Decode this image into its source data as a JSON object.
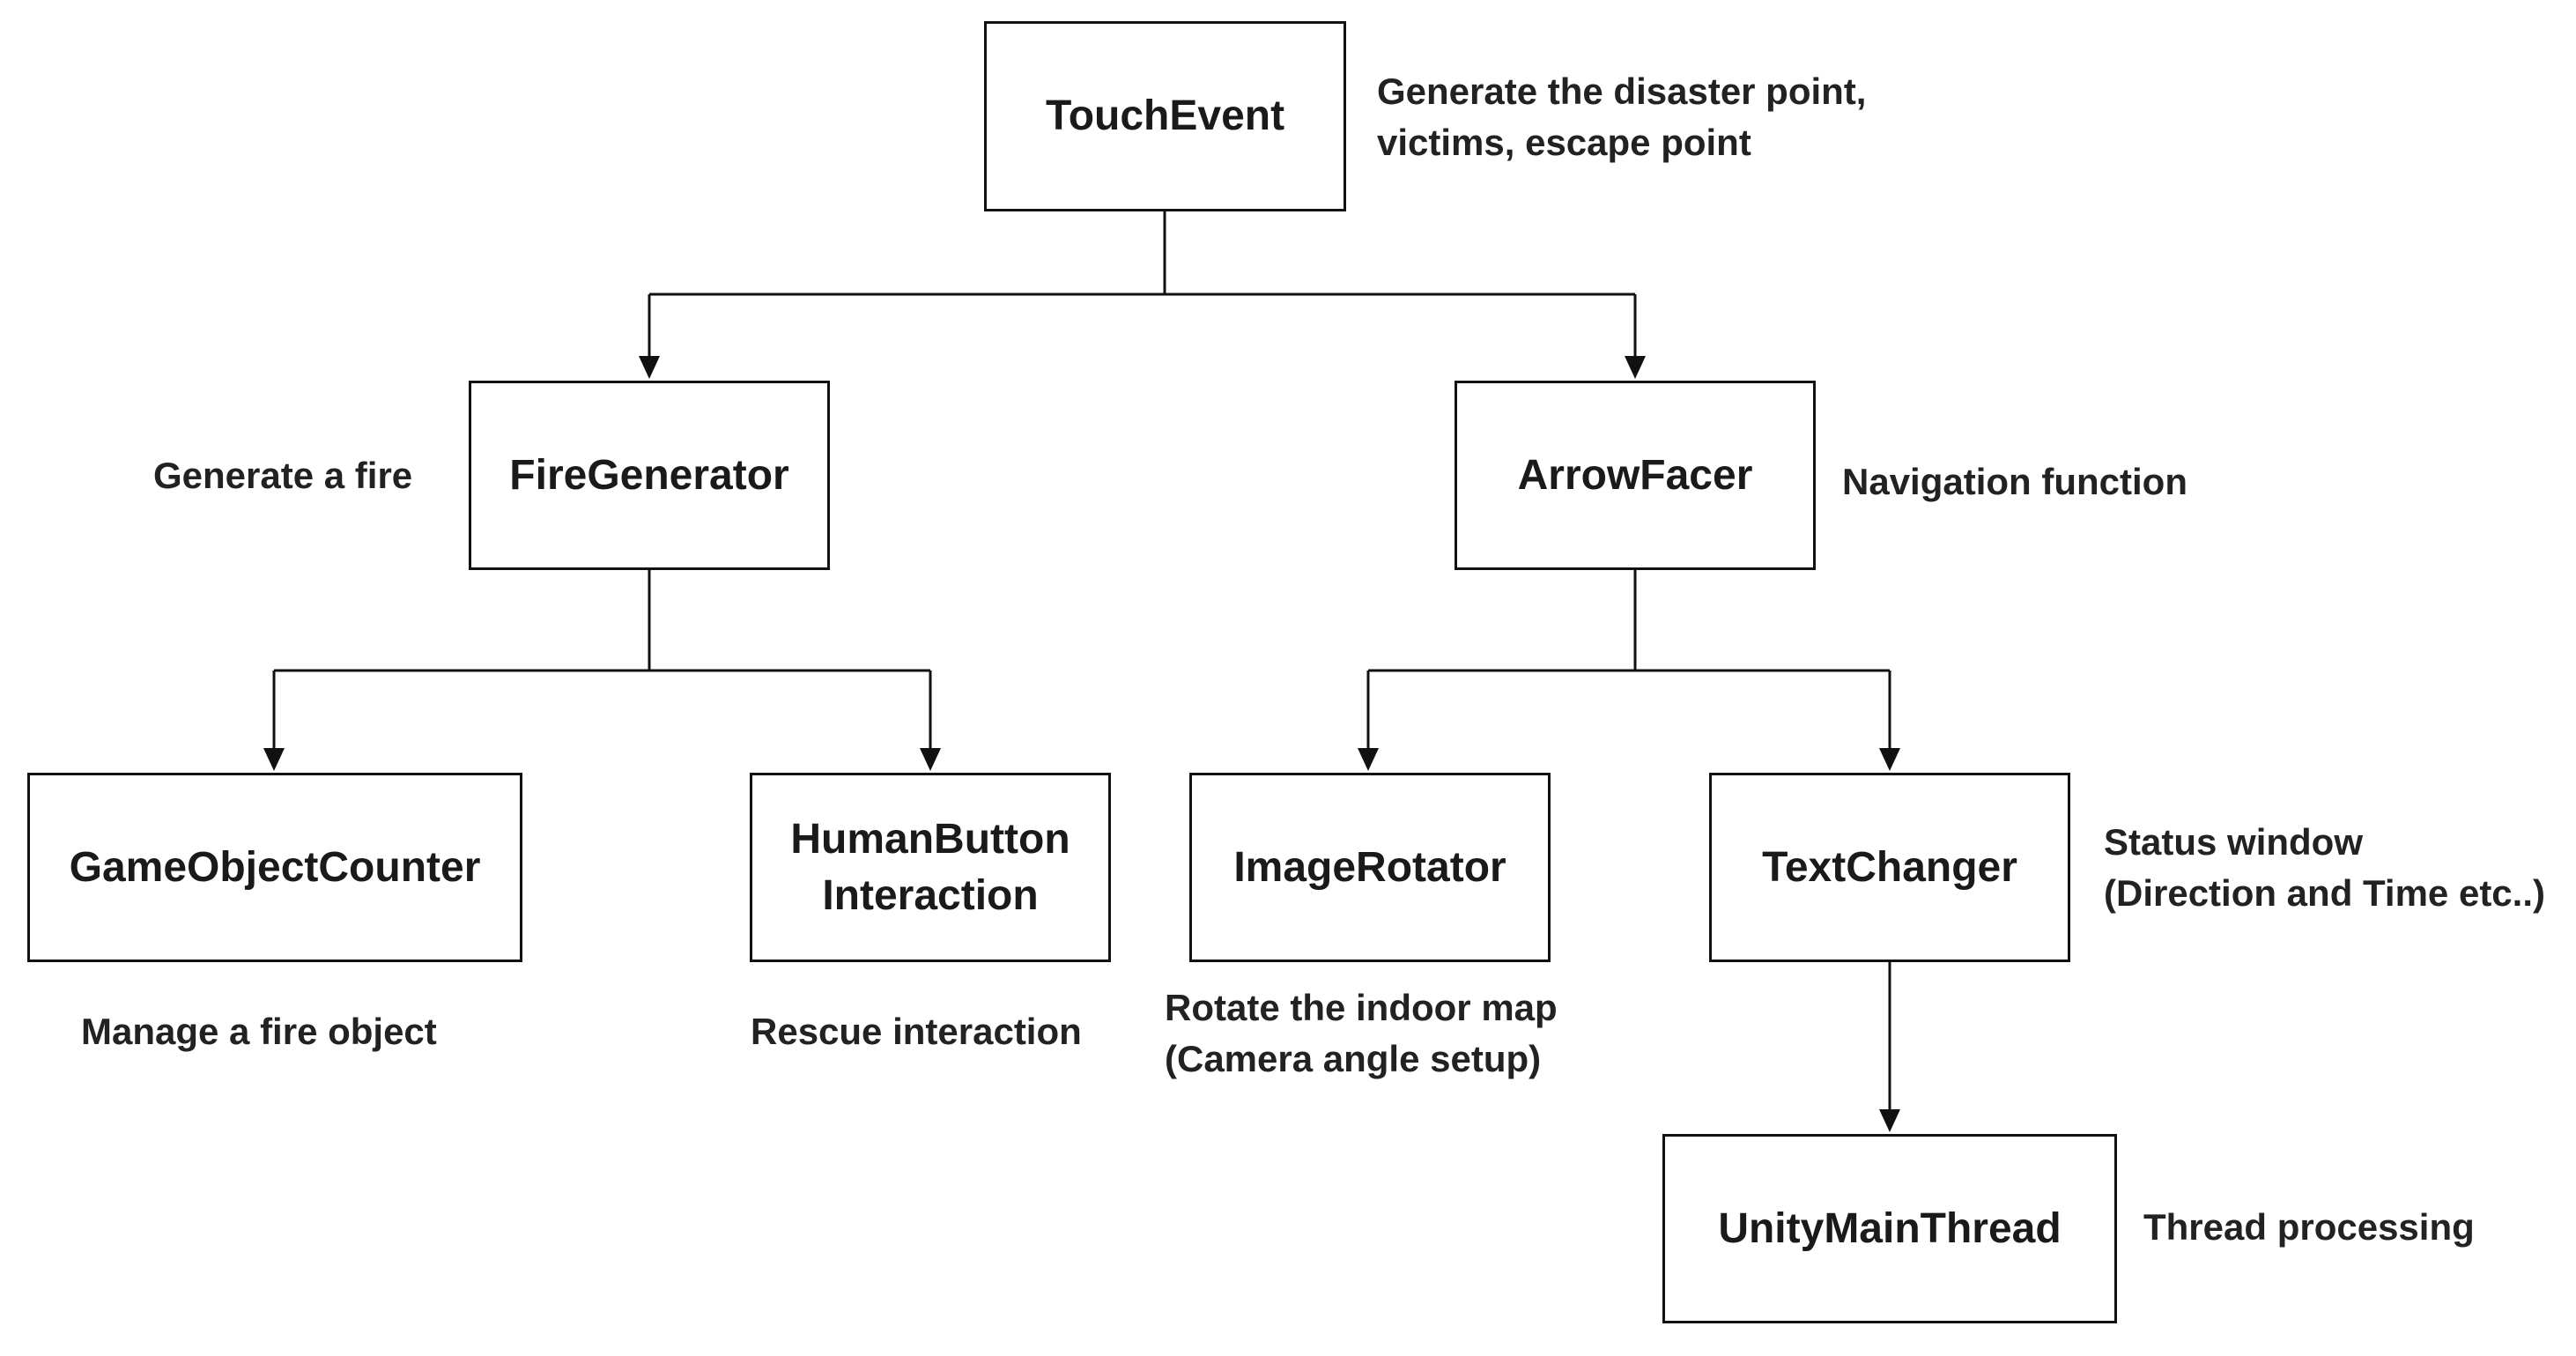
{
  "colors": {
    "stroke": "#111111",
    "background": "#ffffff",
    "text": "#1a1a1a"
  },
  "nodes": {
    "touch_event": "TouchEvent",
    "fire_generator": "FireGenerator",
    "arrow_facer": "ArrowFacer",
    "game_object_counter": "GameObjectCounter",
    "human_button_interaction": [
      "HumanButton",
      "Interaction"
    ],
    "image_rotator": "ImageRotator",
    "text_changer": "TextChanger",
    "unity_main_thread": "UnityMainThread"
  },
  "notes": {
    "touch_event": [
      "Generate the disaster point,",
      "victims, escape point"
    ],
    "fire_generator": [
      "Generate a fire"
    ],
    "arrow_facer": [
      "Navigation function"
    ],
    "game_object_counter": [
      "Manage a fire object"
    ],
    "human_button_interaction": [
      "Rescue interaction"
    ],
    "image_rotator": [
      "Rotate the indoor map",
      "(Camera angle setup)"
    ],
    "text_changer": [
      "Status window",
      "(Direction and Time etc..)"
    ],
    "unity_main_thread": [
      "Thread processing"
    ]
  },
  "edges": [
    {
      "from": "touch_event",
      "to": "fire_generator"
    },
    {
      "from": "touch_event",
      "to": "arrow_facer"
    },
    {
      "from": "fire_generator",
      "to": "game_object_counter"
    },
    {
      "from": "fire_generator",
      "to": "human_button_interaction"
    },
    {
      "from": "arrow_facer",
      "to": "image_rotator"
    },
    {
      "from": "arrow_facer",
      "to": "text_changer"
    },
    {
      "from": "text_changer",
      "to": "unity_main_thread"
    }
  ]
}
